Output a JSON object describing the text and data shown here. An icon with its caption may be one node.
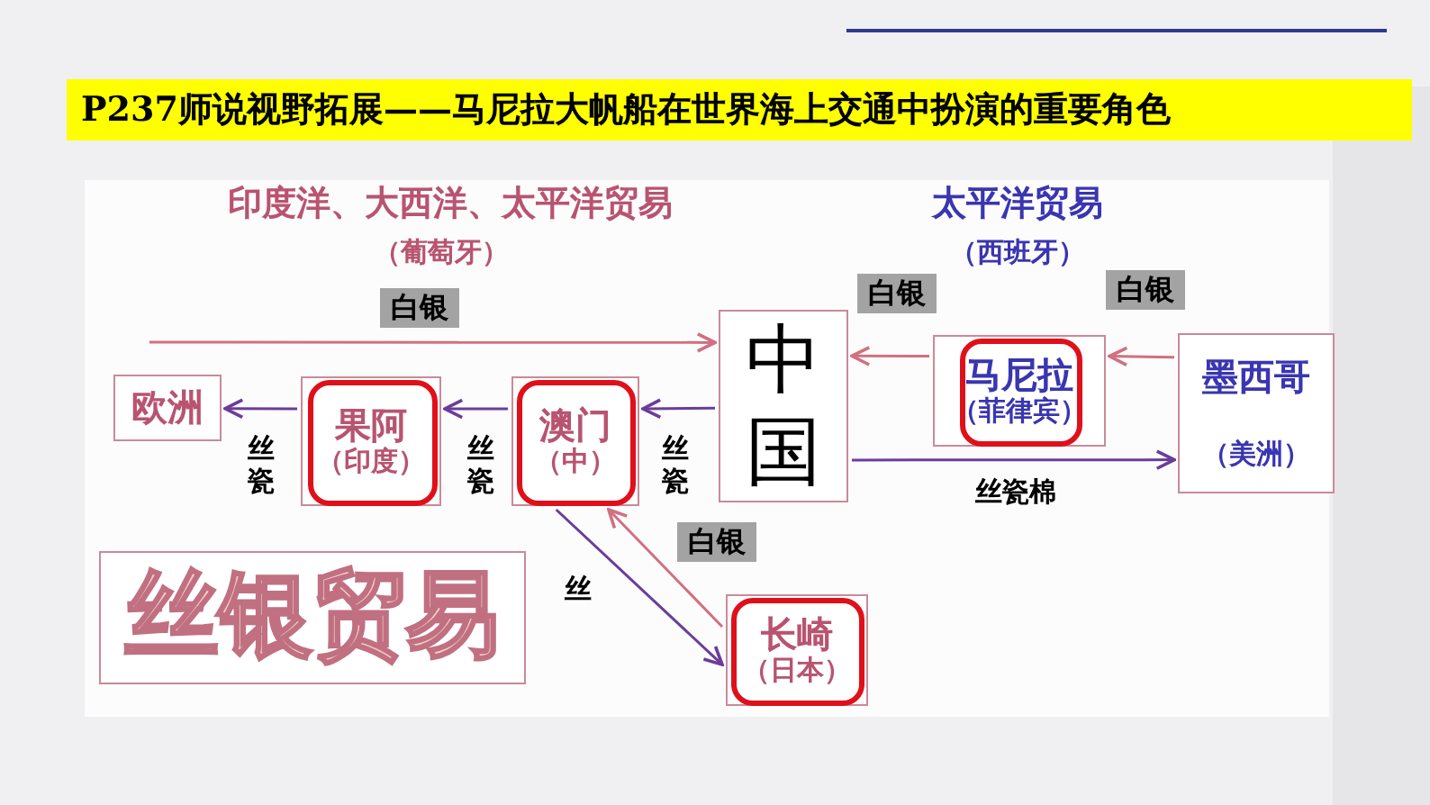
{
  "diagram": {
    "title": "P237师说视野拓展——马尼拉大帆船在世界海上交通中扮演的重要角色",
    "nodes": [
      {
        "text": [
          "欧洲"
        ]
      },
      {
        "text": [
          "果阿",
          "（印度）"
        ]
      },
      {
        "text": [
          "澳门",
          "（中）"
        ]
      },
      {
        "text": [
          "中国"
        ]
      },
      {
        "text": [
          "马尼拉",
          "（菲律宾）"
        ]
      },
      {
        "text": [
          "墨西哥",
          "（美洲）"
        ]
      },
      {
        "text": [
          "长崎",
          "（日本）"
        ]
      },
      {
        "text": [
          "丝银贸易"
        ]
      }
    ],
    "edges": [
      {
        "from": null,
        "to": 3,
        "arrow": "to",
        "label": "白银",
        "color": "#d07080"
      },
      {
        "from": 3,
        "to": 2,
        "arrow": "to",
        "label": "丝瓷"
      },
      {
        "from": 2,
        "to": 1,
        "arrow": "to",
        "label": "丝瓷"
      },
      {
        "from": 1,
        "to": 0,
        "arrow": "to",
        "label": "丝瓷"
      },
      {
        "from": 4,
        "to": 3,
        "arrow": "to",
        "label": "白银",
        "color": "#d07080"
      },
      {
        "from": 5,
        "to": 4,
        "arrow": "to",
        "label": "白银",
        "color": "#d07080"
      },
      {
        "from": 3,
        "to": 5,
        "arrow": "to",
        "label": "丝瓷棉"
      },
      {
        "from": 2,
        "to": 6,
        "arrow": "to",
        "label": "丝"
      },
      {
        "from": 6,
        "to": 2,
        "arrow": "to",
        "label": "白银",
        "color": "#d07080"
      }
    ],
    "labels": [
      "印度洋、大西洋、太平洋贸易",
      "（葡萄牙）",
      "太平洋贸易",
      "（西班牙）"
    ]
  }
}
